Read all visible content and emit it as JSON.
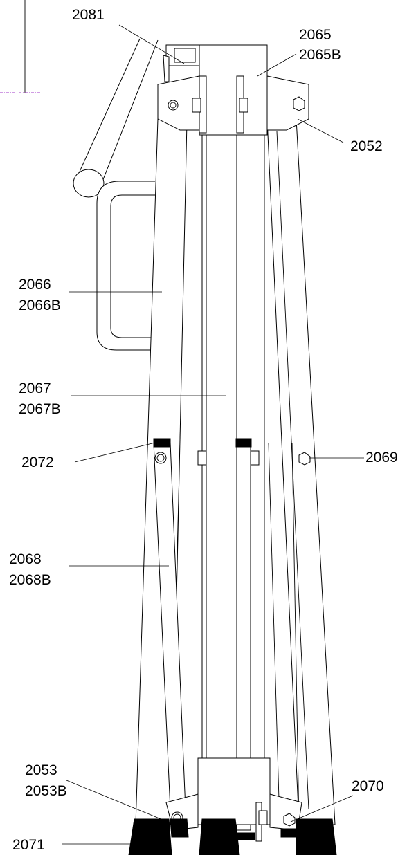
{
  "labels": {
    "l2081": "2081",
    "l2065": "2065",
    "l2065b": "2065B",
    "l2052": "2052",
    "l2066": "2066",
    "l2066b": "2066B",
    "l2067": "2067",
    "l2067b": "2067B",
    "l2072": "2072",
    "l2069": "2069",
    "l2068": "2068",
    "l2068b": "2068B",
    "l2053": "2053",
    "l2053b": "2053B",
    "l2070": "2070",
    "l2071": "2071"
  },
  "colors": {
    "line": "#000000",
    "background": "#ffffff",
    "crop_mark": "#a238c8"
  }
}
